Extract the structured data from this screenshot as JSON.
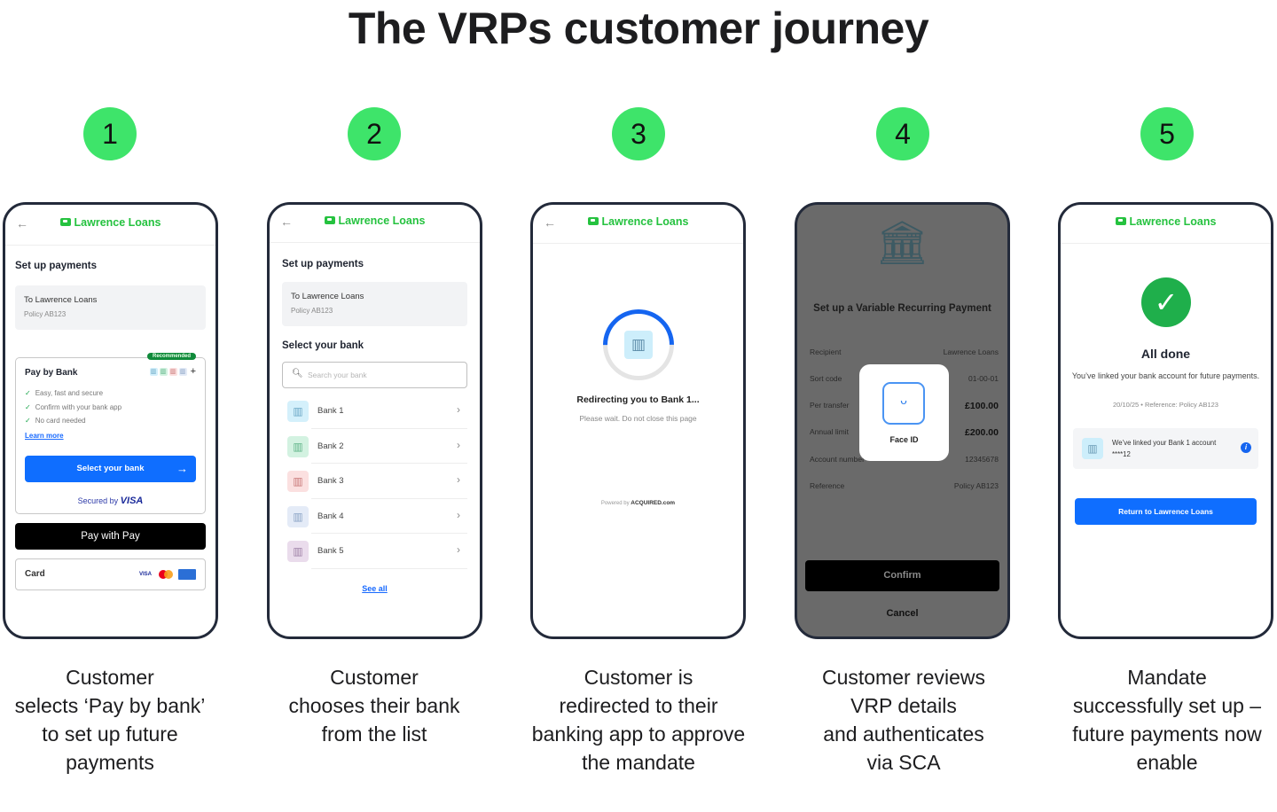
{
  "title": "The VRPs customer journey",
  "colors": {
    "step_badge": "#3ee46a",
    "brand_green": "#25c23f",
    "primary_blue": "#0f6eff",
    "frame": "#232a3a",
    "overlay_gray": "#6a6a6a",
    "success_green": "#1faf4b"
  },
  "brand": {
    "name": "Lawrence Loans",
    "logo_icon": "wallet-icon"
  },
  "steps": [
    {
      "number": "1",
      "caption": [
        "Customer",
        "selects ‘Pay by bank’",
        "to set up future",
        "payments"
      ],
      "screen": {
        "back_icon": "←",
        "heading": "Set up payments",
        "recipient": {
          "name": "To Lawrence Loans",
          "ref": "Policy AB123"
        },
        "pay_by_bank": {
          "badge": "Recommended",
          "title": "Pay by Bank",
          "plus": "+",
          "benefits": [
            "Easy, fast and secure",
            "Confirm with your bank app",
            "No card needed"
          ],
          "check_icon": "✓",
          "learn_more": "Learn more",
          "button": "Select your bank",
          "button_arrow": "→",
          "secured_prefix": "Secured by",
          "secured_brand": "VISA"
        },
        "apple_pay": "Pay with Pay",
        "apple_pay_text": "Pay with  Pay",
        "card": {
          "label": "Card",
          "visa": "VISA"
        }
      }
    },
    {
      "number": "2",
      "caption": [
        "Customer",
        "chooses their bank",
        "from the list"
      ],
      "screen": {
        "back_icon": "←",
        "heading": "Set up payments",
        "recipient": {
          "name": "To Lawrence Loans",
          "ref": "Policy AB123"
        },
        "select_heading": "Select your bank",
        "search_placeholder": "Search your bank",
        "search_icon": "⚲",
        "banks": [
          {
            "name": "Bank 1",
            "color": "#d4f0fb",
            "icon_color": "#6aa7c6"
          },
          {
            "name": "Bank 2",
            "color": "#d3f2e1",
            "icon_color": "#5fb488"
          },
          {
            "name": "Bank 3",
            "color": "#fbe0e0",
            "icon_color": "#c97878"
          },
          {
            "name": "Bank 4",
            "color": "#e4ebf7",
            "icon_color": "#8aa2c4"
          },
          {
            "name": "Bank 5",
            "color": "#eadcec",
            "icon_color": "#9f82a7"
          }
        ],
        "bank_icon": "🏛",
        "chevron": "›",
        "see_all": "See all"
      }
    },
    {
      "number": "3",
      "caption": [
        "Customer is",
        "redirected to their",
        "banking app to approve",
        "the mandate"
      ],
      "screen": {
        "back_icon": "←",
        "title": "Redirecting you to Bank 1...",
        "subtitle": "Please wait. Do not close this page",
        "powered_prefix": "Powered by",
        "powered_brand": "ACQUIRED.com"
      }
    },
    {
      "number": "4",
      "caption": [
        "Customer reviews",
        "VRP details",
        "and authenticates",
        "via SCA"
      ],
      "screen": {
        "title": "Set up a Variable Recurring Payment",
        "rows": [
          {
            "key": "Recipient",
            "value": "Lawrence Loans",
            "bold": false
          },
          {
            "key": "Sort code",
            "value": "01-00-01",
            "bold": false
          },
          {
            "key": "Per transfer",
            "value": "£100.00",
            "bold": true
          },
          {
            "key": "Annual limit",
            "value": "£200.00",
            "bold": true
          },
          {
            "key": "Account number",
            "value": "12345678",
            "bold": false
          },
          {
            "key": "Reference",
            "value": "Policy AB123",
            "bold": false
          }
        ],
        "face_id_label": "Face ID",
        "confirm": "Confirm",
        "cancel": "Cancel"
      }
    },
    {
      "number": "5",
      "caption": [
        "Mandate",
        "successfully set up –",
        "future payments now",
        "enable"
      ],
      "screen": {
        "check": "✓",
        "title": "All done",
        "text": "You’ve linked your bank account for future payments.",
        "meta": "20/10/25 • Reference: Policy AB123",
        "linked_text": "We’ve linked your Bank 1 account ****12",
        "info_icon": "i",
        "return_button": "Return to Lawrence Loans"
      }
    }
  ]
}
